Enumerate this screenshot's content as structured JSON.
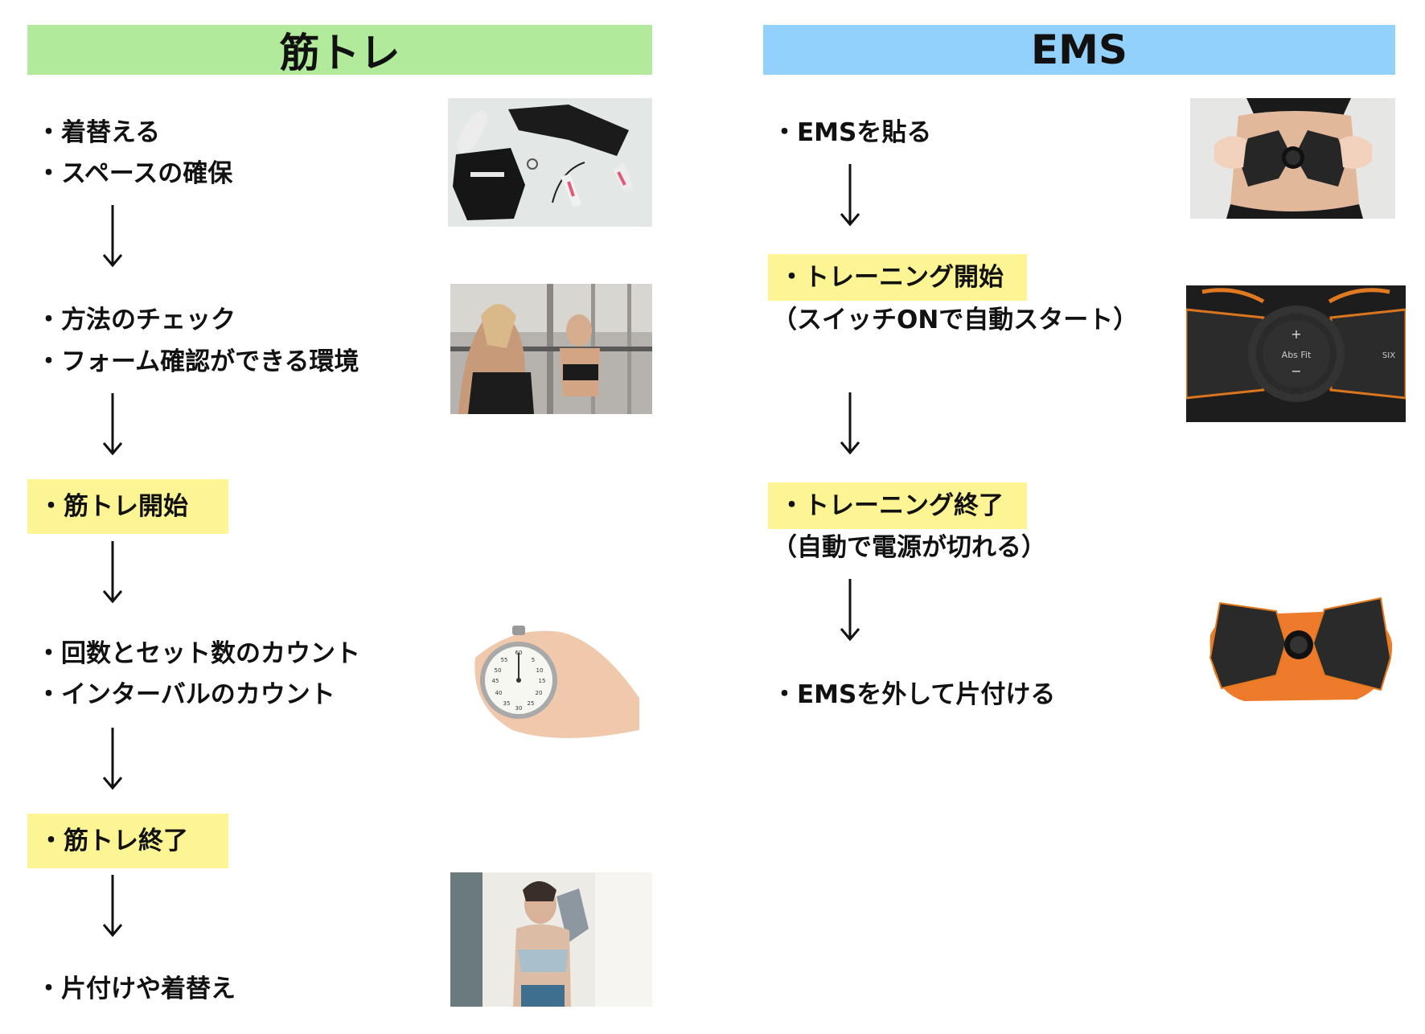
{
  "left": {
    "header": "筋トレ",
    "header_color": "#b1ea9b",
    "steps": {
      "s1_line1": "・着替える",
      "s1_line2": "・スペースの確保",
      "s2_line1": "・方法のチェック",
      "s2_line2": "・フォーム確認ができる環境",
      "s3": "・筋トレ開始",
      "s4_line1": "・回数とセット数のカウント",
      "s4_line2": "・インターバルのカウント",
      "s5": "・筋トレ終了",
      "s6": "・片付けや着替え"
    }
  },
  "right": {
    "header": "EMS",
    "header_color": "#92d1fb",
    "steps": {
      "s1": "・EMSを貼る",
      "s2": "・トレーニング開始",
      "s2_note": "（スイッチONで自動スタート）",
      "s3": "・トレーニング終了",
      "s3_note": "（自動で電源が切れる）",
      "s4": "・EMSを外して片付ける"
    }
  },
  "highlight_color": "#fdf593",
  "device_labels": {
    "brand": "Abs Fit",
    "plus": "+",
    "minus": "−",
    "side": "SIX"
  },
  "stopwatch_numbers": [
    "5",
    "10",
    "15",
    "20",
    "25",
    "30",
    "35",
    "40",
    "45",
    "50",
    "55",
    "60"
  ]
}
